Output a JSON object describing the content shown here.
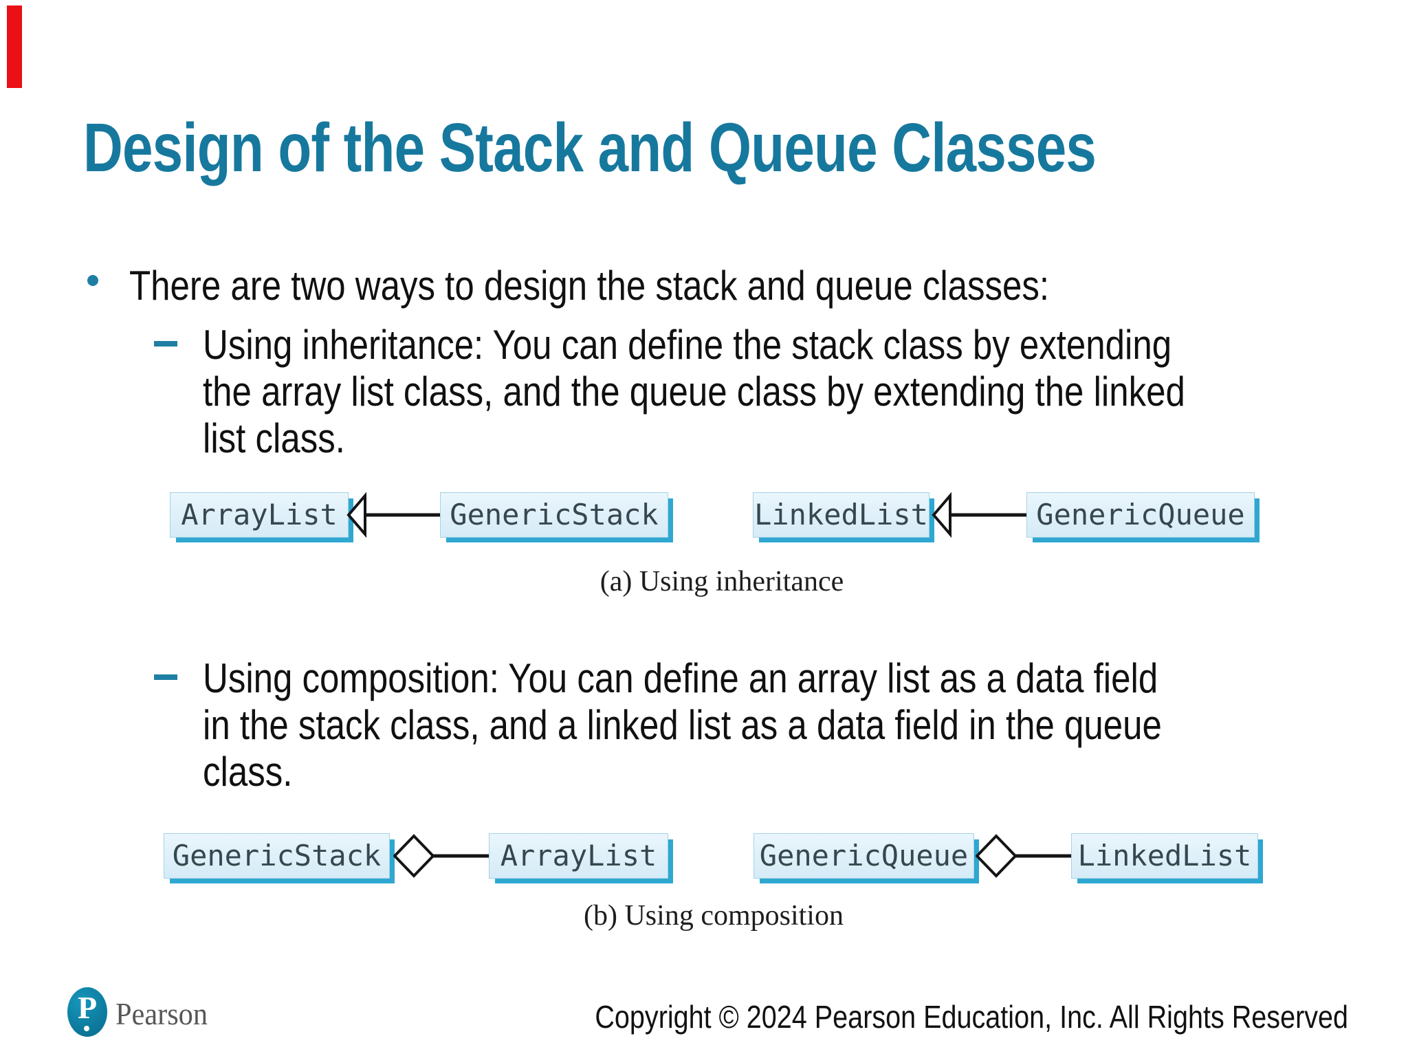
{
  "title": "Design of the Stack and Queue Classes",
  "bullets": {
    "main": "There are two ways to design the stack and queue classes:",
    "inheritance_lines": [
      "Using inheritance: You can define the stack class by extending",
      "the array list class, and the queue class by extending the linked",
      "list class."
    ],
    "composition_lines": [
      "Using composition: You can define an array list as a data field",
      "in the stack class, and a linked list as a data field in the queue",
      "class."
    ]
  },
  "diagram_a": {
    "caption": "(a) Using inheritance",
    "boxes": [
      "ArrayList",
      "GenericStack",
      "LinkedList",
      "GenericQueue"
    ]
  },
  "diagram_b": {
    "caption": "(b) Using composition",
    "boxes": [
      "GenericStack",
      "ArrayList",
      "GenericQueue",
      "LinkedList"
    ]
  },
  "footer": {
    "logo_letter": "P",
    "brand": "Pearson",
    "copyright": "Copyright © 2024 Pearson Education, Inc. All Rights Reserved"
  },
  "colors": {
    "accent_teal": "#17789E",
    "bullet_teal": "#1E7FA3",
    "box_fill": "#D8EDF8",
    "box_shadow_cyan": "#2FA7D1",
    "box_text": "#37474F",
    "marker_red": "#EA1015",
    "brand_gray": "#575757"
  }
}
